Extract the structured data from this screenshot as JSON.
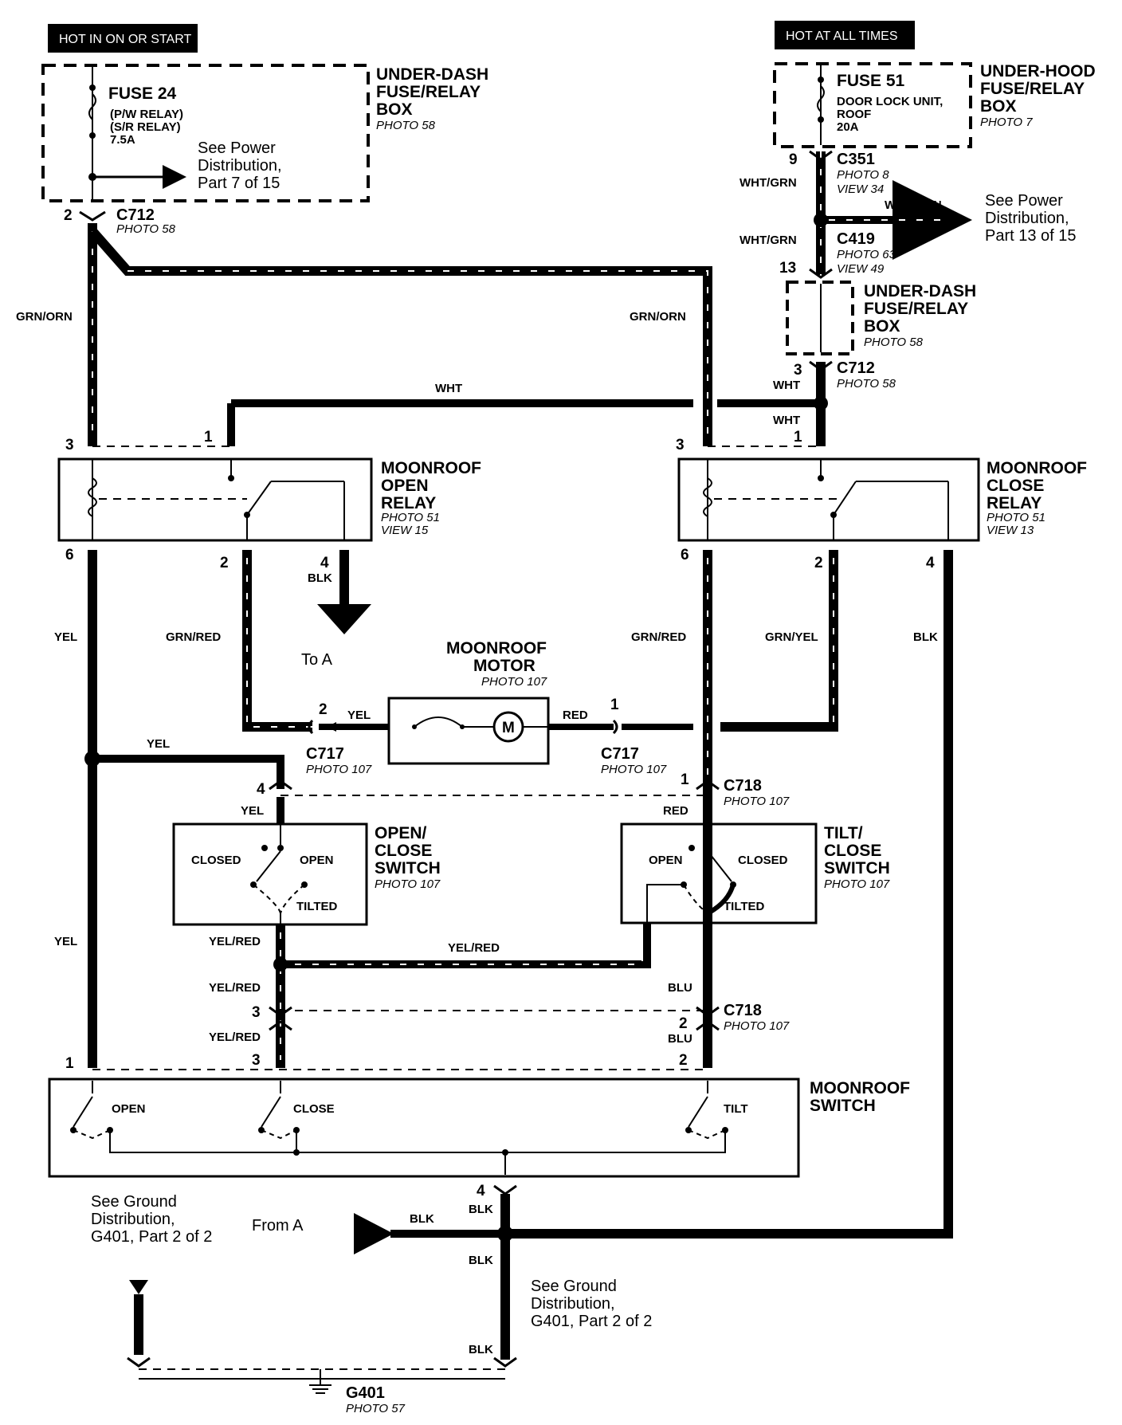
{
  "header": {
    "hot_in_on": "HOT IN ON OR START",
    "hot_at_all": "HOT AT ALL TIMES"
  },
  "fuse_box_left": {
    "title_1": "UNDER-DASH",
    "title_2": "FUSE/RELAY",
    "title_3": "BOX",
    "photo": "PHOTO 58",
    "fuse": "FUSE 24",
    "fuse_desc_1": "(P/W RELAY)",
    "fuse_desc_2": "(S/R RELAY)",
    "fuse_rating": "7.5A",
    "see_1": "See Power",
    "see_2": "Distribution,",
    "see_3": "Part 7 of 15"
  },
  "fuse_box_right": {
    "title_1": "UNDER-HOOD",
    "title_2": "FUSE/RELAY",
    "title_3": "BOX",
    "photo": "PHOTO 7",
    "fuse": "FUSE 51",
    "fuse_desc_1": "DOOR LOCK UNIT,",
    "fuse_desc_2": "ROOF",
    "fuse_rating": "20A"
  },
  "connectors": {
    "c712_left": "C712",
    "c712_left_photo": "PHOTO 58",
    "c351": "C351",
    "c351_photo": "PHOTO 8",
    "c351_view": "VIEW 34",
    "c419": "C419",
    "c419_photo": "PHOTO 63",
    "c419_view": "VIEW 49",
    "c712_right": "C712",
    "c712_right_photo": "PHOTO 58",
    "c717_left": "C717",
    "c717_left_photo": "PHOTO 107",
    "c717_right": "C717",
    "c717_right_photo": "PHOTO 107",
    "c718_top": "C718",
    "c718_top_photo": "PHOTO 107",
    "c718_bottom": "C718",
    "c718_bottom_photo": "PHOTO 107",
    "g401": "G401",
    "g401_photo": "PHOTO 57"
  },
  "under_dash_mid": {
    "title_1": "UNDER-DASH",
    "title_2": "FUSE/RELAY",
    "title_3": "BOX",
    "photo": "PHOTO 58"
  },
  "power_dist_right": {
    "see_1": "See Power",
    "see_2": "Distribution,",
    "see_3": "Part 13 of 15"
  },
  "open_relay": {
    "title_1": "MOONROOF",
    "title_2": "OPEN",
    "title_3": "RELAY",
    "photo": "PHOTO 51",
    "view": "VIEW 15"
  },
  "close_relay": {
    "title_1": "MOONROOF",
    "title_2": "CLOSE",
    "title_3": "RELAY",
    "photo": "PHOTO 51",
    "view": "VIEW 13"
  },
  "motor": {
    "title_1": "MOONROOF",
    "title_2": "MOTOR",
    "photo": "PHOTO 107",
    "symbol": "M"
  },
  "open_close_switch": {
    "title_1": "OPEN/",
    "title_2": "CLOSE",
    "title_3": "SWITCH",
    "photo": "PHOTO 107",
    "closed": "CLOSED",
    "open": "OPEN",
    "tilted": "TILTED"
  },
  "tilt_close_switch": {
    "title_1": "TILT/",
    "title_2": "CLOSE",
    "title_3": "SWITCH",
    "photo": "PHOTO 107",
    "open": "OPEN",
    "closed": "CLOSED",
    "tilted": "TILTED"
  },
  "moonroof_switch": {
    "title_1": "MOONROOF",
    "title_2": "SWITCH",
    "open": "OPEN",
    "close": "CLOSE",
    "tilt": "TILT"
  },
  "wires": {
    "wht_grn_1": "WHT/GRN",
    "wht_grn_2": "WHT/GRN",
    "wht_grn_3": "WHT/GRN",
    "grn_orn_left": "GRN/ORN",
    "grn_orn_right": "GRN/ORN",
    "wht_top": "WHT",
    "wht_1": "WHT",
    "wht_2": "WHT",
    "blk_relay": "BLK",
    "yel_left": "YEL",
    "grn_red_left": "GRN/RED",
    "grn_red_right": "GRN/RED",
    "grn_yel": "GRN/YEL",
    "blk_right": "BLK",
    "yel_motor": "YEL",
    "red_motor": "RED",
    "yel_branch": "YEL",
    "yel_sw": "YEL",
    "red_sw": "RED",
    "yel_lower": "YEL",
    "yel_red_1": "YEL/RED",
    "yel_red_mid": "YEL/RED",
    "yel_red_2": "YEL/RED",
    "yel_red_3": "YEL/RED",
    "blu_1": "BLU",
    "blu_2": "BLU",
    "blk_4": "BLK",
    "blk_a": "BLK",
    "blk_down": "BLK",
    "blk_gnd": "BLK"
  },
  "pins": {
    "p2_c712": "2",
    "p9": "9",
    "p13": "13",
    "p3_c712": "3",
    "p3_or": "3",
    "p1_or": "1",
    "p3_cr": "3",
    "p1_cr": "1",
    "p6_or": "6",
    "p2_or": "2",
    "p4_or": "4",
    "p6_cr": "6",
    "p2_cr": "2",
    "p4_cr": "4",
    "p2_motor": "2",
    "p1_motor": "1",
    "p4_sw": "4",
    "p1_c718": "1",
    "p3_a": "3",
    "p2_a": "2",
    "p3_b": "3",
    "p2_b": "2",
    "p1_ms": "1",
    "p4_ms": "4"
  },
  "references": {
    "a_symbol": "A",
    "to_a": "To A",
    "from_a": "From A",
    "ground_left_1": "See Ground",
    "ground_left_2": "Distribution,",
    "ground_left_3": "G401, Part 2 of 2",
    "ground_right_1": "See Ground",
    "ground_right_2": "Distribution,",
    "ground_right_3": "G401, Part 2 of 2"
  }
}
